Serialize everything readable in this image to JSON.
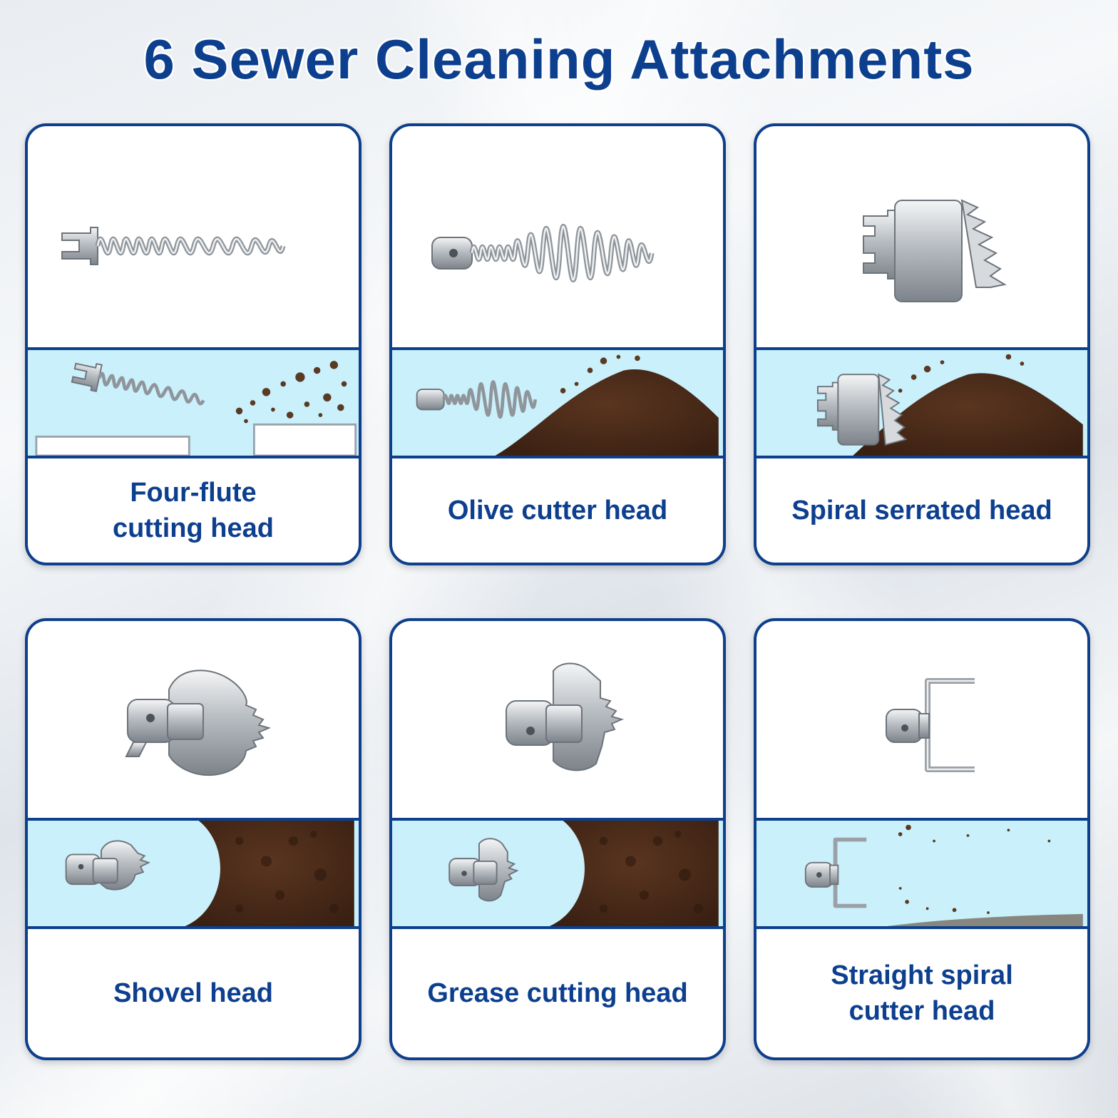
{
  "title": "6 Sewer Cleaning Attachments",
  "colors": {
    "primary": "#0e3f8c",
    "band": "#c9f0fb",
    "soil": "#4a2a18",
    "steel": "#b9bec4"
  },
  "attachments": [
    {
      "label_lines": [
        "Four-flute",
        "cutting head"
      ],
      "icon": "spring-head-icon"
    },
    {
      "label_lines": [
        "Olive cutter head"
      ],
      "icon": "olive-spring-icon"
    },
    {
      "label_lines": [
        "Spiral serrated head"
      ],
      "icon": "serrated-cup-icon"
    },
    {
      "label_lines": [
        "Shovel head"
      ],
      "icon": "shovel-blade-icon"
    },
    {
      "label_lines": [
        "Grease cutting head"
      ],
      "icon": "grease-blade-icon"
    },
    {
      "label_lines": [
        "Straight spiral",
        "cutter head"
      ],
      "icon": "u-cutter-icon"
    }
  ]
}
